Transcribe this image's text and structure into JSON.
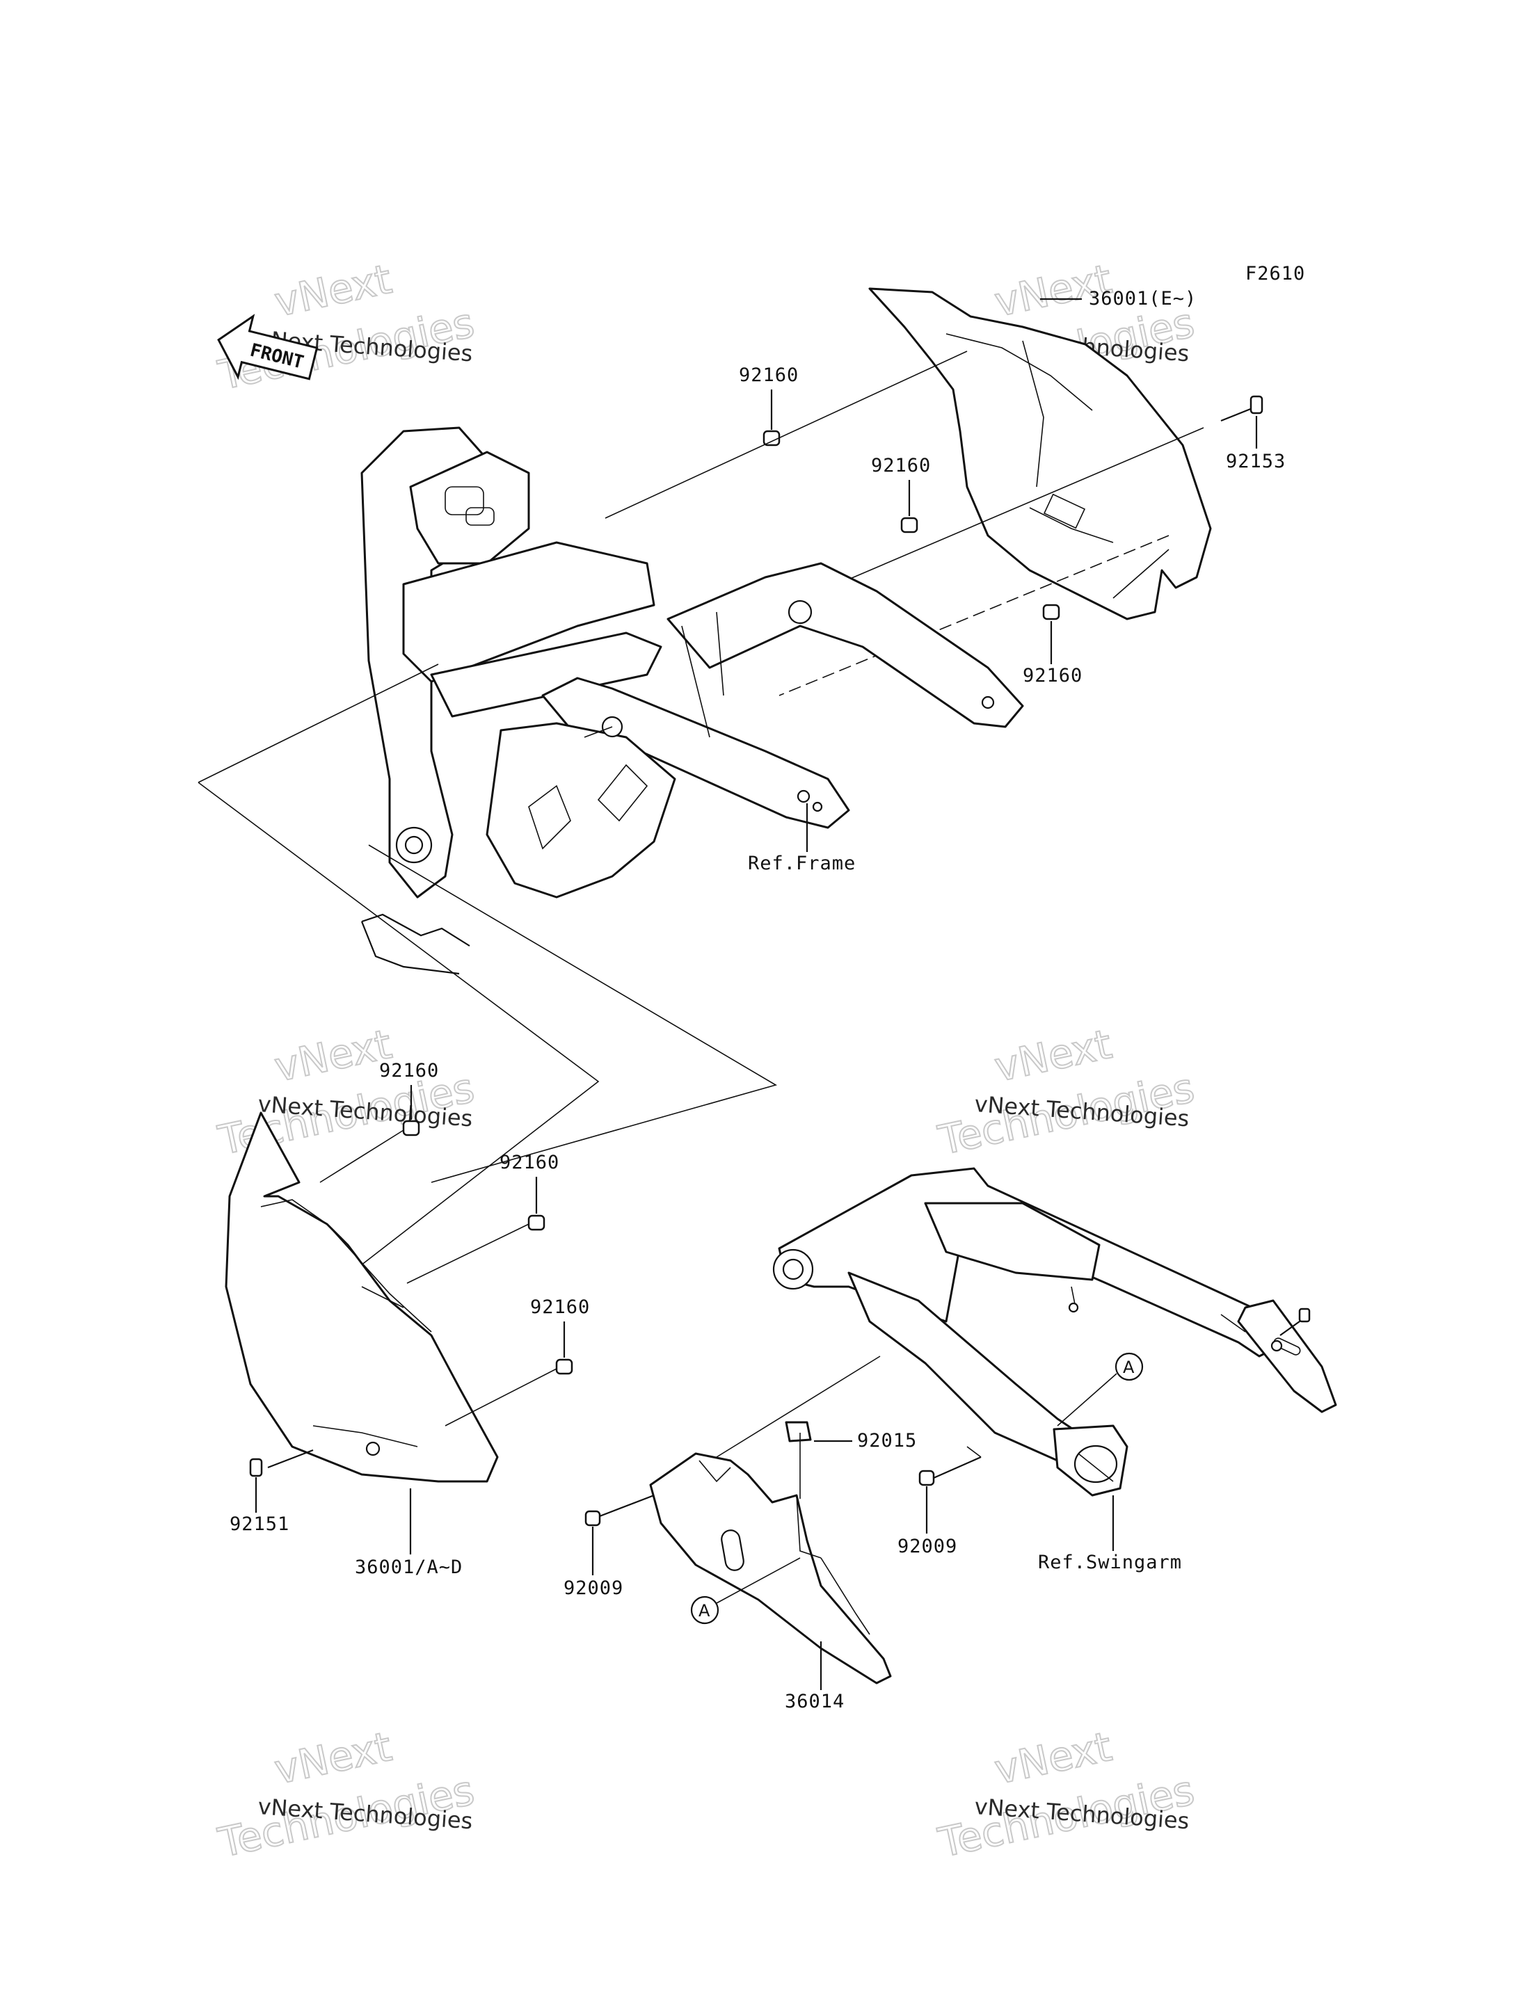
{
  "figure_code": "F2610",
  "front_label": "FRONT",
  "watermark": {
    "line1": "vNext Technologies",
    "line2": "vNext",
    "line3": "Technologies"
  },
  "callouts": {
    "upper_cover": "36001(E~)",
    "nut_upper_a": "92160",
    "nut_upper_b": "92160",
    "nut_upper_c": "92160",
    "bolt_upper": "92153",
    "ref_frame": "Ref.Frame",
    "nut_lower_a": "92160",
    "nut_lower_b": "92160",
    "nut_lower_c": "92160",
    "bolt_lower": "92151",
    "lower_cover": "36001/A~D",
    "clip": "92015",
    "bolt_swingarm_a": "92009",
    "bolt_swingarm_b": "92009",
    "ref_swingarm": "Ref.Swingarm",
    "chain_guard": "36014",
    "marker_a1": "A",
    "marker_a2": "A"
  }
}
